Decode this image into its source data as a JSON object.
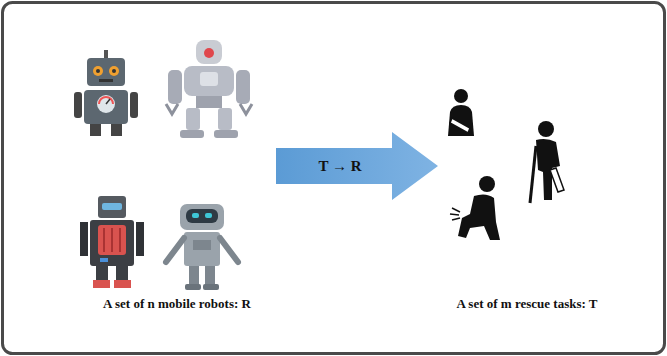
{
  "diagram": {
    "nodes": [
      {
        "text": [
          "T → R"
        ]
      }
    ],
    "labels": [
      "A set of n mobile robots: R",
      "A set of m rescue tasks: T"
    ]
  }
}
